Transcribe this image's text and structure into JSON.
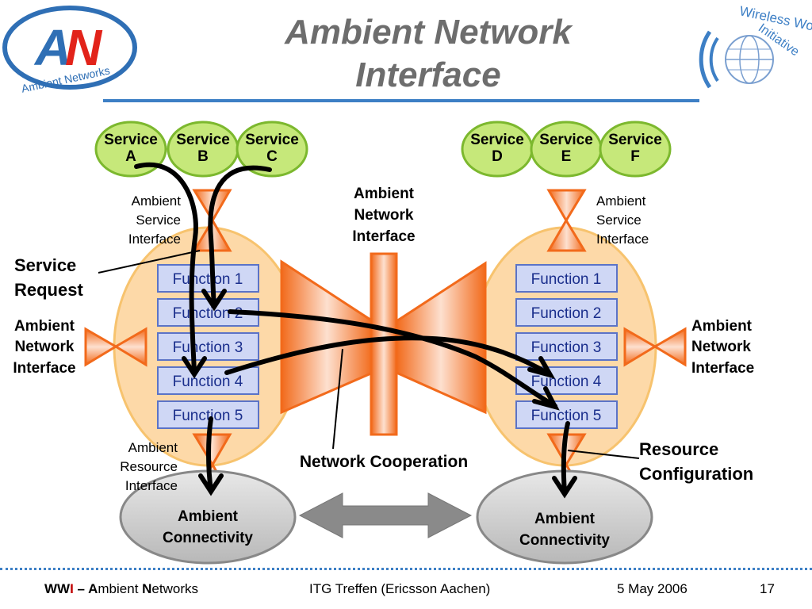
{
  "title": {
    "line1": "Ambient Network",
    "line2": "Interface"
  },
  "logos": {
    "left_text": "Ambient Networks",
    "right_text_1": "Wireless World",
    "right_text_2": "Initiative"
  },
  "left_node": {
    "services": [
      {
        "name": "Service",
        "id": "A"
      },
      {
        "name": "Service",
        "id": "B"
      },
      {
        "name": "Service",
        "id": "C"
      }
    ],
    "functions": [
      "Function 1",
      "Function 2",
      "Function 3",
      "Function 4",
      "Function 5"
    ],
    "service_interface": [
      "Ambient",
      "Service",
      "Interface"
    ],
    "network_interface": [
      "Ambient",
      "Network",
      "Interface"
    ],
    "resource_interface": [
      "Ambient",
      "Resource",
      "Interface"
    ],
    "connectivity": [
      "Ambient",
      "Connectivity"
    ],
    "service_request": [
      "Service",
      "Request"
    ]
  },
  "right_node": {
    "services": [
      {
        "name": "Service",
        "id": "D"
      },
      {
        "name": "Service",
        "id": "E"
      },
      {
        "name": "Service",
        "id": "F"
      }
    ],
    "functions": [
      "Function 1",
      "Function 2",
      "Function 3",
      "Function 4",
      "Function 5"
    ],
    "service_interface": [
      "Ambient",
      "Service",
      "Interface"
    ],
    "network_interface": [
      "Ambient",
      "Network",
      "Interface"
    ],
    "connectivity": [
      "Ambient",
      "Connectivity"
    ],
    "resource_configuration": [
      "Resource",
      "Configuration"
    ]
  },
  "center": {
    "ani_label": [
      "Ambient",
      "Network",
      "Interface"
    ],
    "network_cooperation": "Network Cooperation"
  },
  "colors": {
    "service_fill": "#c6e87a",
    "service_stroke": "#7cb82e",
    "ellipse_fill": "#fdd9a8",
    "ellipse_stroke": "#f7c36e",
    "function_fill": "#cfd7f5",
    "function_stroke": "#5b73c7",
    "orange": "#f26a1b",
    "connectivity_fill": "#d0d0d0",
    "accent_blue": "#3d7fc5",
    "title_gray": "#6d6d6d"
  },
  "footer": {
    "left_a": "WW",
    "left_b": "I",
    "left_c": " – ",
    "left_d": "A",
    "left_e": "mbient ",
    "left_f": "N",
    "left_g": "etworks",
    "center": "ITG Treffen (Ericsson Aachen)",
    "date": "5 May 2006",
    "page": "17"
  }
}
